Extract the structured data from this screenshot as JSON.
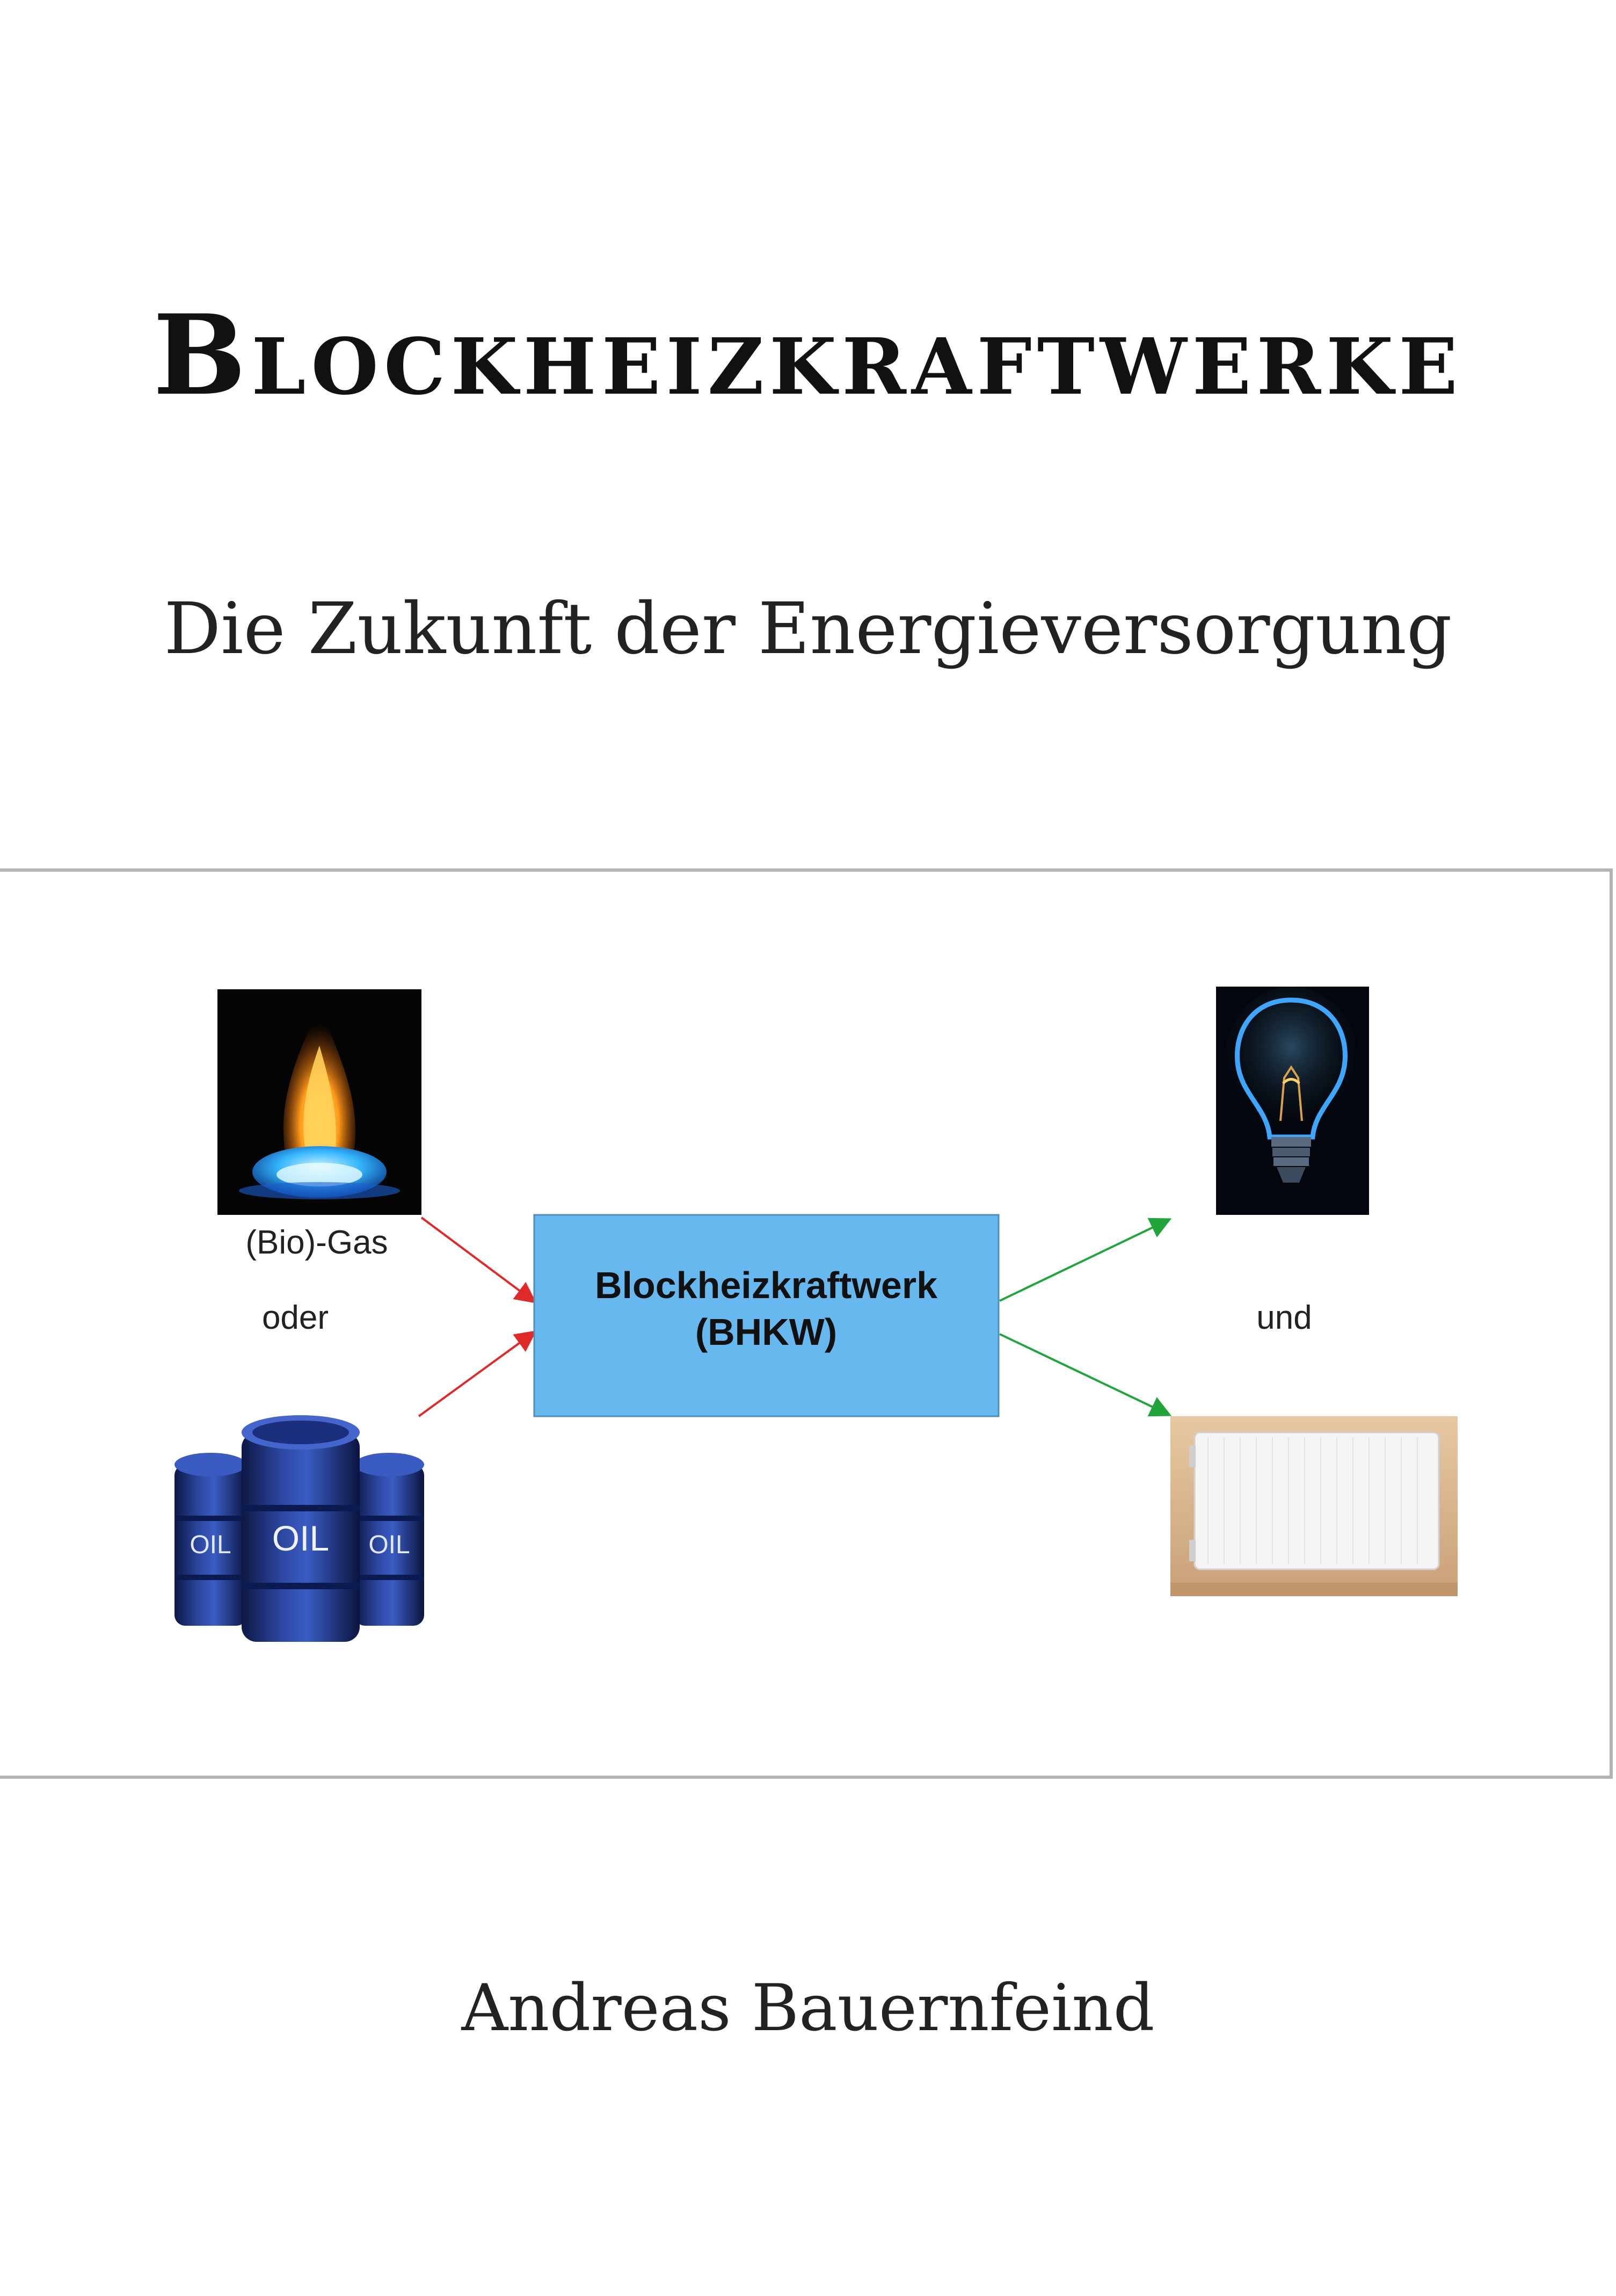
{
  "cover": {
    "title": "Blockheizkraftwerke",
    "subtitle": "Die Zukunft der Energieversorgung",
    "author": "Andreas Bauernfeind"
  },
  "diagram": {
    "input_gas_label": "(Bio)-Gas",
    "connector_or": "oder",
    "center_line1": "Blockheizkraftwerk",
    "center_line2": "(BHKW)",
    "connector_and": "und",
    "barrel_big": "OIL",
    "barrel_left": "OIL",
    "barrel_right": "OIL",
    "colors": {
      "box_fill": "#66b8ee",
      "input_arrow": "#e02a2a",
      "output_arrow": "#22a43c",
      "barrel": "#1b2b6b"
    },
    "icons": [
      "gas-flame-icon",
      "oil-barrels-icon",
      "light-bulb-icon",
      "radiator-icon"
    ]
  }
}
